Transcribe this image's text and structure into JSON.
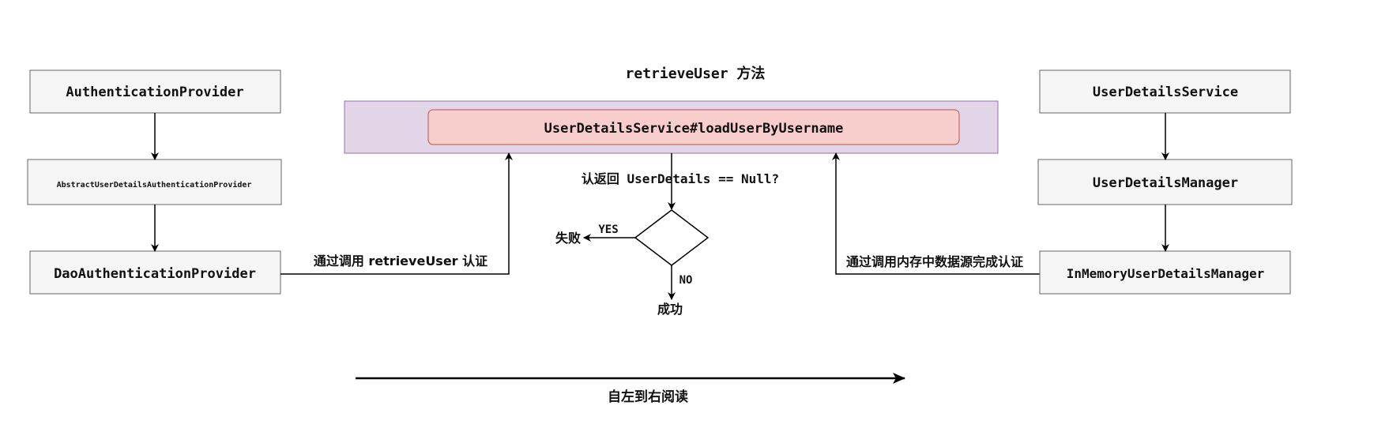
{
  "diagram": {
    "left_column": {
      "authentication_provider": "AuthenticationProvider",
      "abstract_user_details_provider": "AbstractUserDetailsAuthenticationProvider",
      "dao_authentication_provider": "DaoAuthenticationProvider"
    },
    "right_column": {
      "user_details_service": "UserDetailsService",
      "user_details_manager": "UserDetailsManager",
      "in_memory_user_details_manager": "InMemoryUserDetailsManager"
    },
    "center": {
      "group_title": "retrieveUser 方法",
      "load_user_box": "UserDetailsService#loadUserByUsername",
      "null_check_question": "认返回 UserDetails == Null?",
      "yes_label": "YES",
      "no_label": "NO",
      "fail_label": "失败",
      "success_label": "成功"
    },
    "edges": {
      "left_call_label": "通过调用 retrieveUser 认证",
      "right_call_label": "通过调用内存中数据源完成认证"
    },
    "footer": {
      "reading_direction": "自左到右阅读"
    },
    "colors": {
      "box_fill": "#f5f5f5",
      "box_stroke": "#666666",
      "group_fill": "#e1d5e7",
      "group_stroke": "#9673a6",
      "highlight_fill": "#f8cecc",
      "highlight_stroke": "#b85450",
      "line": "#000000"
    }
  }
}
